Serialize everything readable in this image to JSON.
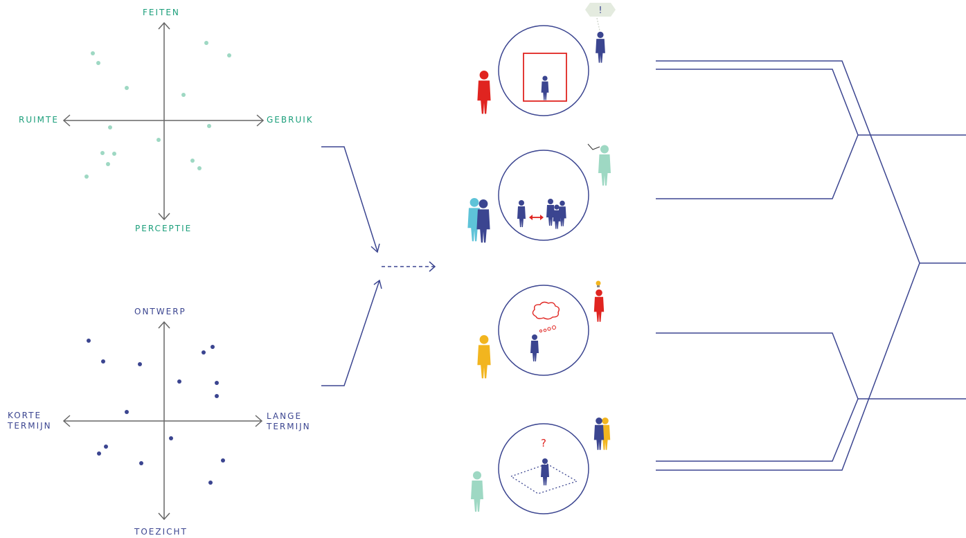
{
  "top_quadrant": {
    "up_label": "FEITEN",
    "down_label": "PERCEPTIE",
    "left_label": "RUIMTE",
    "right_label": "GEBRUIK"
  },
  "bottom_quadrant": {
    "up_label": "ONTWERP",
    "down_label": "TOEZICHT",
    "left_label_line1": "KORTE",
    "left_label_line2": "TERMIJN",
    "right_label_line1": "LANGE",
    "right_label_line2": "TERMIJN"
  },
  "scenes": {
    "scene1_badge": "!",
    "scene4_mark": "?"
  },
  "colors": {
    "axis": "#666666",
    "teal_text": "#1a9e7a",
    "teal_dot": "#9ed8c3",
    "navy": "#3b4590",
    "red": "#e02420",
    "light_blue": "#5ec3d8",
    "yellow": "#f2b51f",
    "mint": "#9ed8c3"
  },
  "icons": [
    "person-icon",
    "room-frame-icon",
    "distance-arrow-icon",
    "thought-cloud-icon",
    "lightbulb-icon",
    "exclamation-bubble-icon",
    "floor-area-icon",
    "question-mark-icon"
  ]
}
